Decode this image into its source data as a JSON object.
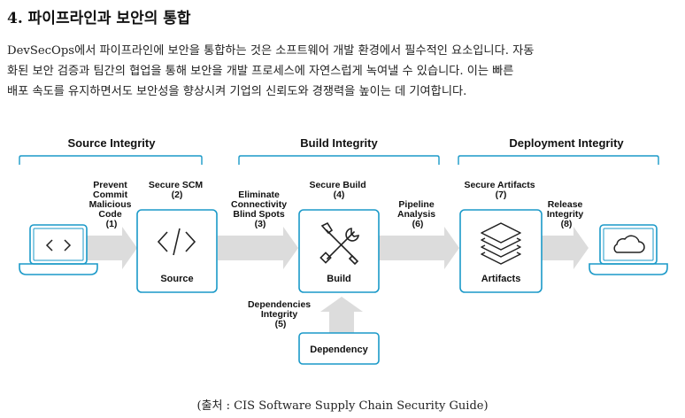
{
  "heading": "4. 파이프라인과 보안의 통합",
  "paragraph": [
    "DevSecOps에서 파이프라인에 보안을 통합하는 것은 소프트웨어 개발 환경에서 필수적인 요소입니다. 자동",
    "화된 보안 검증과 팀간의 협업을 통해 보안을 개발 프로세스에 자연스럽게 녹여낼 수 있습니다. 이는 빠른",
    "배포 속도를 유지하면서도 보안성을 향상시켜 기업의 신뢰도와 경쟁력을 높이는 데 기여합니다."
  ],
  "diagram": {
    "groups": {
      "source": "Source Integrity",
      "build": "Build Integrity",
      "deploy": "Deployment Integrity"
    },
    "boxes": {
      "source": "Source",
      "build": "Build",
      "artifacts": "Artifacts",
      "dependency": "Dependency"
    },
    "labels": {
      "prevent": [
        "Prevent",
        "Commit",
        "Malicious",
        "Code",
        "(1)"
      ],
      "scm": [
        "Secure SCM",
        "(2)"
      ],
      "eliminate": [
        "Eliminate",
        "Connectivity",
        "Blind Spots",
        "(3)"
      ],
      "secure_build": [
        "Secure Build",
        "(4)"
      ],
      "dependencies": [
        "Dependencies",
        "Integrity",
        "(5)"
      ],
      "pipeline": [
        "Pipeline",
        "Analysis",
        "(6)"
      ],
      "secure_artifacts": [
        "Secure Artifacts",
        "(7)"
      ],
      "release": [
        "Release",
        "Integrity",
        "(8)"
      ]
    },
    "icons": [
      "code-icon",
      "slash-code-icon",
      "tools-icon",
      "layers-icon",
      "cloud-icon",
      "laptop-icon"
    ],
    "colors": {
      "box_border": "#1a99c8",
      "arrow": "#dcdcdc",
      "text": "#111111"
    }
  },
  "caption": "(출처 : CIS Software Supply Chain Security Guide)"
}
